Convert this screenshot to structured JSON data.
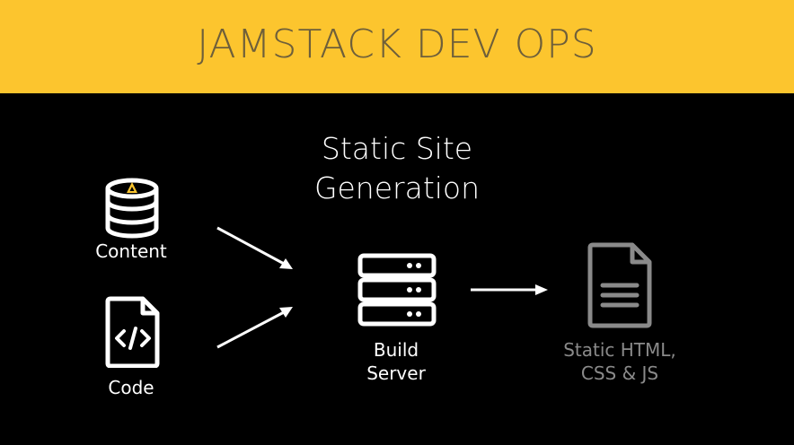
{
  "header": {
    "title": "JAMSTACK DEV OPS",
    "background": "#fcc52e"
  },
  "diagram": {
    "subtitle_lines": [
      "Static Site",
      "Generation"
    ],
    "nodes": {
      "content": {
        "label": "Content",
        "icon": "database-icon"
      },
      "code": {
        "label": "Code",
        "icon": "code-file-icon"
      },
      "build": {
        "label_lines": [
          "Build",
          "Server"
        ],
        "icon": "server-icon"
      },
      "output": {
        "label_lines": [
          "Static HTML,",
          "CSS & JS"
        ],
        "icon": "document-icon"
      }
    },
    "colors": {
      "primary": "#ffffff",
      "muted": "#8a8a8a",
      "accent": "#fcc52e"
    }
  }
}
